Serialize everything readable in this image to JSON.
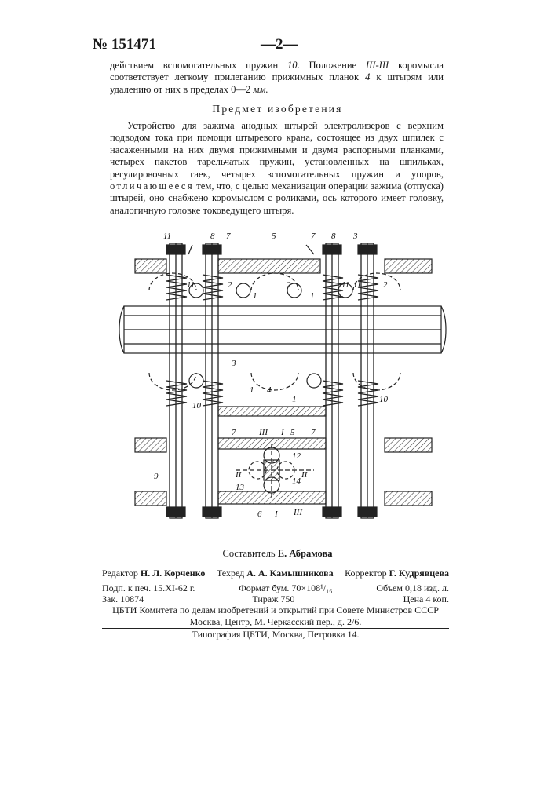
{
  "header": {
    "patent_number": "№ 151471",
    "page_marker": "—2—"
  },
  "top_paragraph": {
    "part1": "действием вспомогательных пружин ",
    "spring_ref": "10",
    "part2": ". Положение ",
    "position_ref": "III-III",
    "part3": " коромысла соответствует легкому прилеганию прижимных планок ",
    "plank_ref": "4",
    "part4": " к штырям или удалению от них в пределах 0—2 ",
    "unit": "мм."
  },
  "section_title": "Предмет изобретения",
  "claim": {
    "part1": "Устройство для зажима анодных штырей электролизеров с верхним подводом тока при помощи штыревого крана, состоящее из двух шпилек с насаженными на них двумя прижимными и двумя распорными планками, четырех пакетов тарельчатых пружин, установленных на шпильках, регулировочных гаек, четырех вспомогательных пружин и упоров, ",
    "emphasis": "отличающееся",
    "part2": " тем, что, с целью механизации операции зажима (отпуска) штырей, оно снабжено коромыслом с роликами, ось которого имеет головку, аналогичную головке токоведущего штыря."
  },
  "figure_labels": {
    "top": [
      "11",
      "8",
      "7",
      "5",
      "7",
      "8",
      "3"
    ],
    "mid": [
      "11",
      "2",
      "1",
      "2",
      "1",
      "11",
      "11",
      "2"
    ],
    "shaft": "3",
    "lower": [
      "10",
      "1",
      "4",
      "1",
      "10"
    ],
    "bottom": [
      "7",
      "III",
      "I",
      "5",
      "7",
      "12",
      "II",
      "II",
      "14",
      "13",
      "9",
      "6",
      "I",
      "III"
    ]
  },
  "compiler": {
    "label": "Составитель",
    "name": "Е. Абрамова"
  },
  "imprint": {
    "editor_label": "Редактор",
    "editor": "Н. Л. Корченко",
    "techred_label": "Техред",
    "techred": "А. А. Камышникова",
    "corrector_label": "Корректор",
    "corrector": "Г. Кудрявцева",
    "signed": "Подп. к печ. 15.XI-62 г.",
    "format": "Формат бум. 70×108¹/₁₆",
    "volume": "Объем 0,18 изд. л.",
    "order": "Зак. 10874",
    "run": "Тираж 750",
    "price": "Цена 4 коп.",
    "org": "ЦБТИ Комитета по делам изобретений и открытий при Совете Министров СССР",
    "address": "Москва, Центр, М. Черкасский пер., д. 2/6.",
    "printer": "Типография ЦБТИ, Москва, Петровка 14."
  }
}
